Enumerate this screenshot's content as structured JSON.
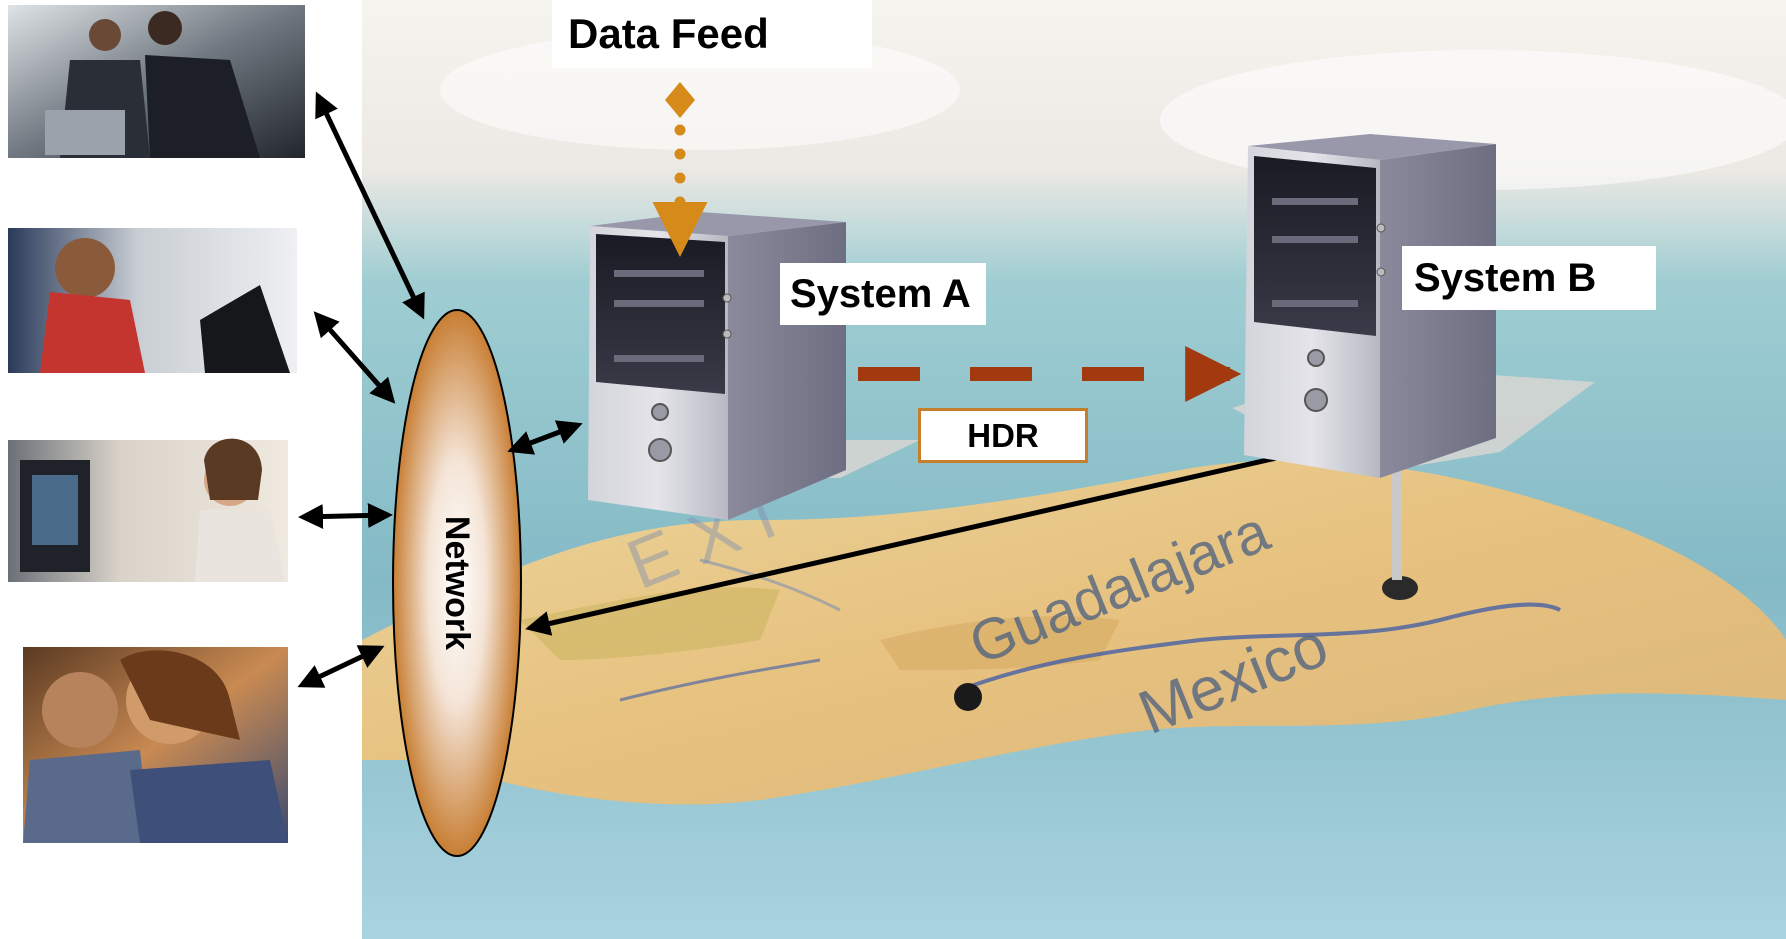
{
  "labels": {
    "data_feed": "Data Feed",
    "system_a": "System A",
    "system_b": "System B",
    "hdr": "HDR",
    "network": "Network",
    "map_city": "Guadalajara",
    "map_country": "Mexico"
  },
  "photos": [
    {
      "name": "business-meeting-photo",
      "subject": "two businessmen looking at a laptop"
    },
    {
      "name": "laptop-user-photo",
      "subject": "young man using a laptop"
    },
    {
      "name": "kiosk-user-photo",
      "subject": "woman using a touchscreen kiosk"
    },
    {
      "name": "call-center-photo",
      "subject": "call center agents with headsets"
    }
  ],
  "colors": {
    "data_feed": "#d68a1a",
    "hdr_arrow": "#a3390f",
    "network_edge": "#c87e33",
    "network_center": "#ffffff",
    "hdr_border": "#c57f2c",
    "arrows": "#000000",
    "map_sea": "#8fc2cc",
    "map_land": "#e8cc8e"
  }
}
